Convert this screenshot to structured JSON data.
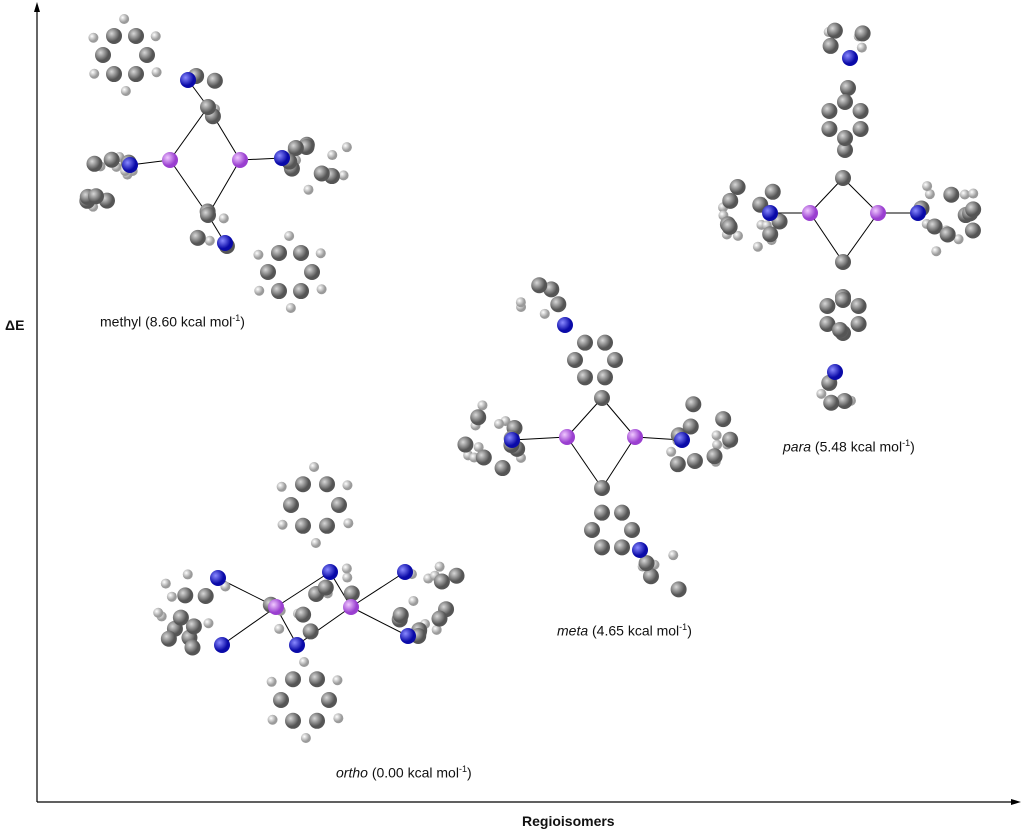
{
  "axes": {
    "y_label": "ΔE",
    "x_label": "Regioisomers"
  },
  "isomers": [
    {
      "name": "methyl",
      "energy": "(8.60 kcal mol",
      "exp": "-1",
      "close": ")",
      "italic": false
    },
    {
      "name": "meta",
      "energy": "(4.65 kcal mol",
      "exp": "-1",
      "close": ")",
      "italic": true
    },
    {
      "name": "para",
      "energy": "(5.48 kcal mol",
      "exp": "-1",
      "close": ")",
      "italic": true
    },
    {
      "name": "ortho",
      "energy": "(0.00 kcal mol",
      "exp": "-1",
      "close": ")",
      "italic": true
    }
  ],
  "colors": {
    "lithium": "#b45be0",
    "nitrogen": "#1a1acc",
    "carbon": "#7a7a7a",
    "hydrogen": "#e6e6e6"
  }
}
